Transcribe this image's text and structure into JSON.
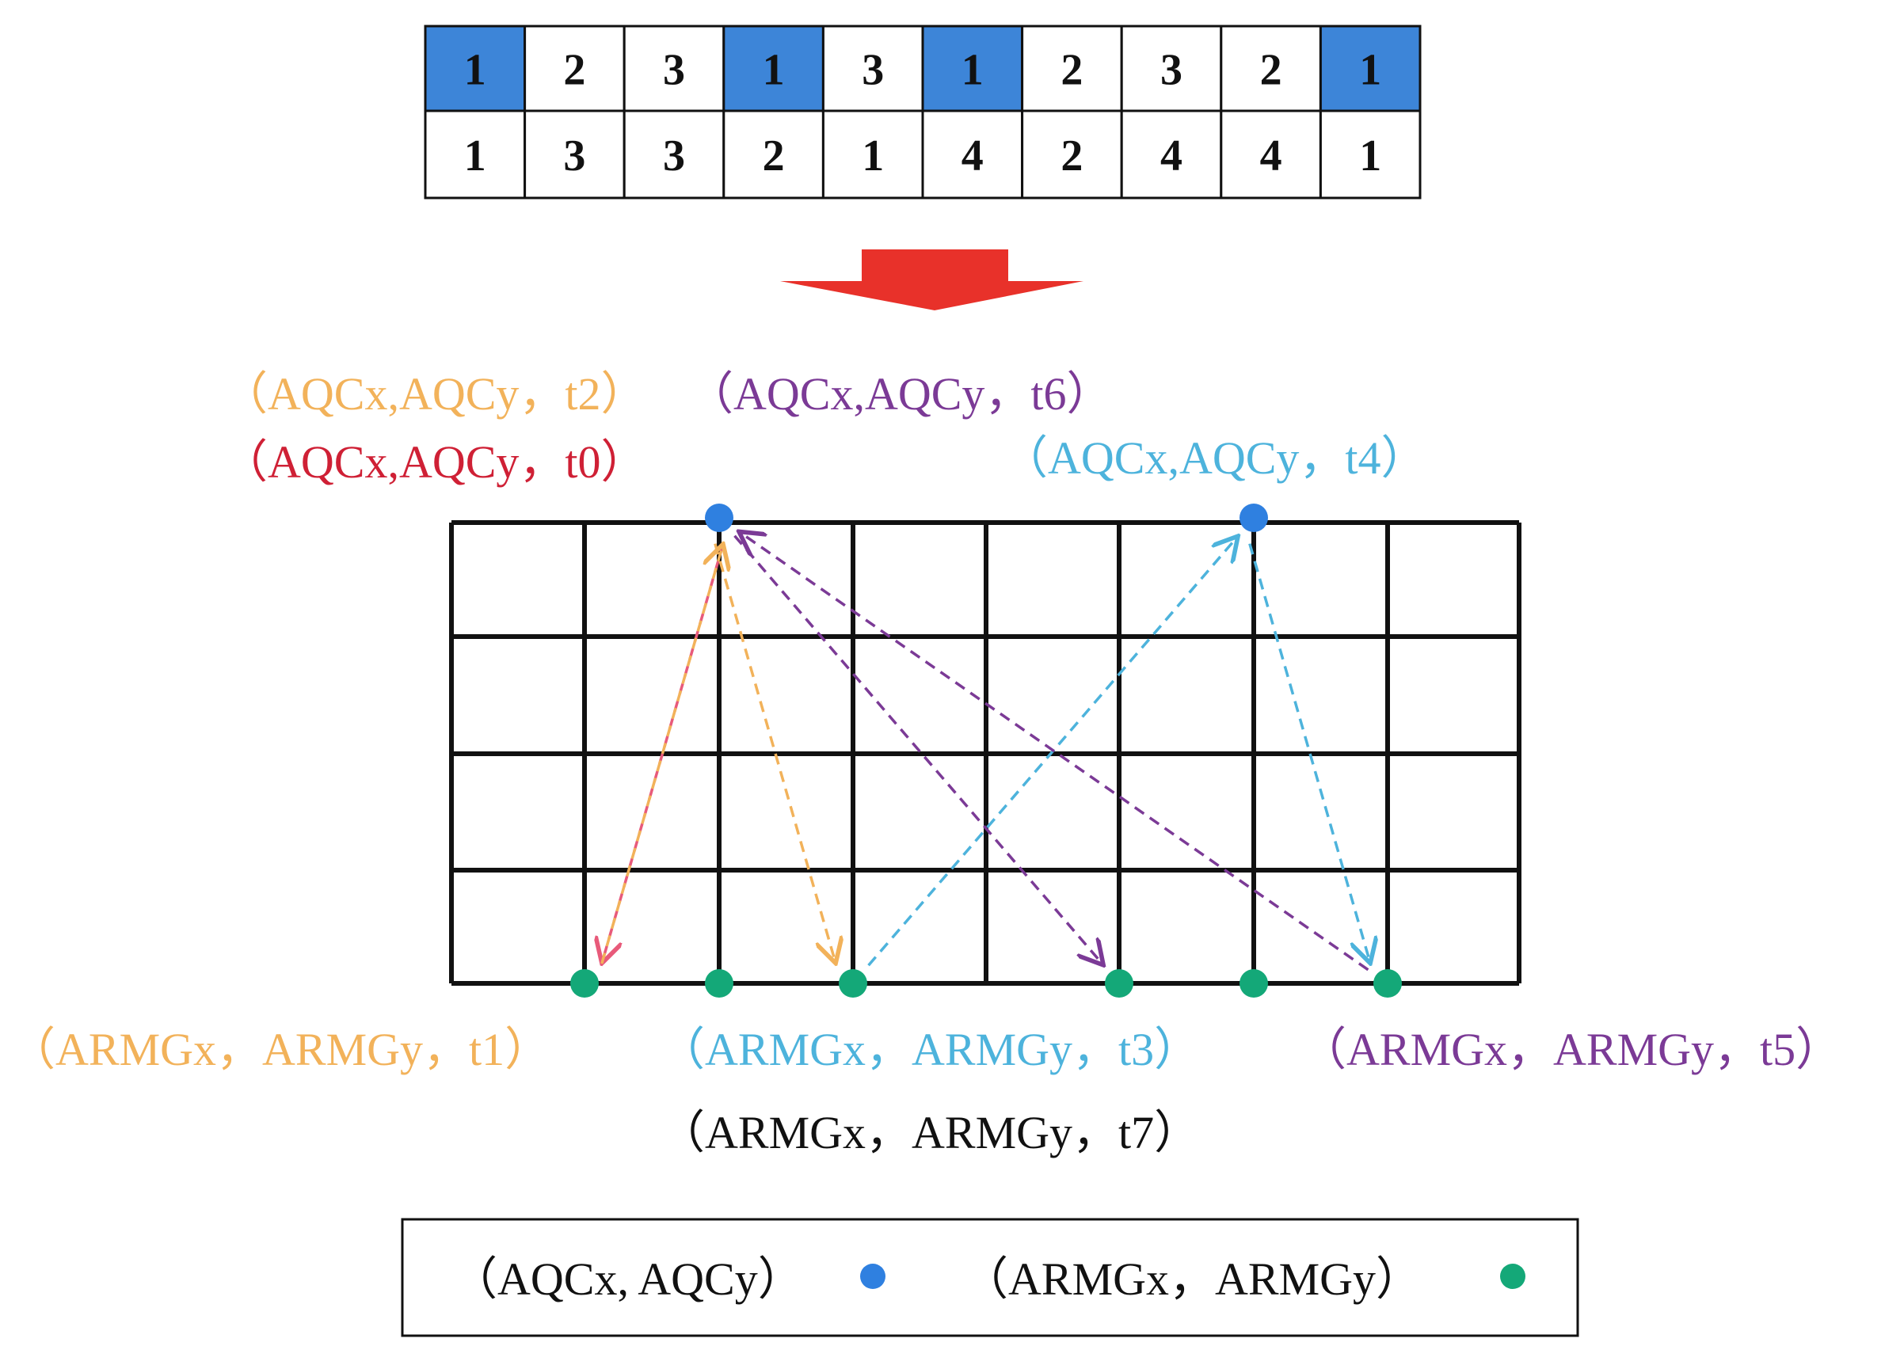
{
  "sequence": {
    "row1": [
      "1",
      "2",
      "3",
      "1",
      "3",
      "1",
      "2",
      "3",
      "2",
      "1"
    ],
    "row2": [
      "1",
      "3",
      "3",
      "2",
      "1",
      "4",
      "2",
      "4",
      "4",
      "1"
    ],
    "highlighted": [
      0,
      3,
      5,
      9
    ]
  },
  "grid": {
    "columns": 8,
    "rows": 4
  },
  "nodes": {
    "aqc": [
      {
        "id": "aqc-a",
        "col": 2,
        "row": 0
      },
      {
        "id": "aqc-b",
        "col": 6,
        "row": 0
      }
    ],
    "armg": [
      {
        "id": "armg-1",
        "col": 1,
        "row": 4
      },
      {
        "id": "armg-2",
        "col": 2,
        "row": 4
      },
      {
        "id": "armg-3",
        "col": 3,
        "row": 4
      },
      {
        "id": "armg-4",
        "col": 5,
        "row": 4
      },
      {
        "id": "armg-5",
        "col": 6,
        "row": 4
      },
      {
        "id": "armg-6",
        "col": 7,
        "row": 4
      }
    ]
  },
  "arrows": [
    {
      "from": "aqc-a",
      "to": "armg-1",
      "color": "pink"
    },
    {
      "from": "armg-1",
      "to": "aqc-a",
      "color": "orange"
    },
    {
      "from": "aqc-a",
      "to": "armg-3",
      "color": "orange"
    },
    {
      "from": "armg-3",
      "to": "aqc-b",
      "color": "blue"
    },
    {
      "from": "aqc-b",
      "to": "armg-6",
      "color": "blue"
    },
    {
      "from": "aqc-a",
      "to": "armg-4",
      "color": "purple"
    },
    {
      "from": "armg-6",
      "to": "aqc-a",
      "color": "purple"
    }
  ],
  "labels": {
    "aqc_t2": "（AQCx,AQCy，t2）",
    "aqc_t6": "（AQCx,AQCy，t6）",
    "aqc_t0": "（AQCx,AQCy，t0）",
    "aqc_t4": "（AQCx,AQCy，t4）",
    "armg_t1": "（ARMGx，ARMGy，t1）",
    "armg_t3": "（ARMGx，ARMGy，t3）",
    "armg_t5": "（ARMGx，ARMGy，t5）",
    "armg_t7": "（ARMGx，ARMGy，t7）"
  },
  "legend": {
    "aqc_label": "（AQCx, AQCy）",
    "armg_label": "（ARMGx，ARMGy）"
  },
  "colors": {
    "highlight": "#3d85d8",
    "arrow_down": "#e8312a",
    "aqc_node": "#2f80e0",
    "armg_node": "#14a878",
    "orange": "#f2b25a",
    "pink": "#e85a7a",
    "purple": "#7b3a96",
    "blue": "#4db3dc",
    "crimson": "#cf2035",
    "black": "#111111"
  }
}
